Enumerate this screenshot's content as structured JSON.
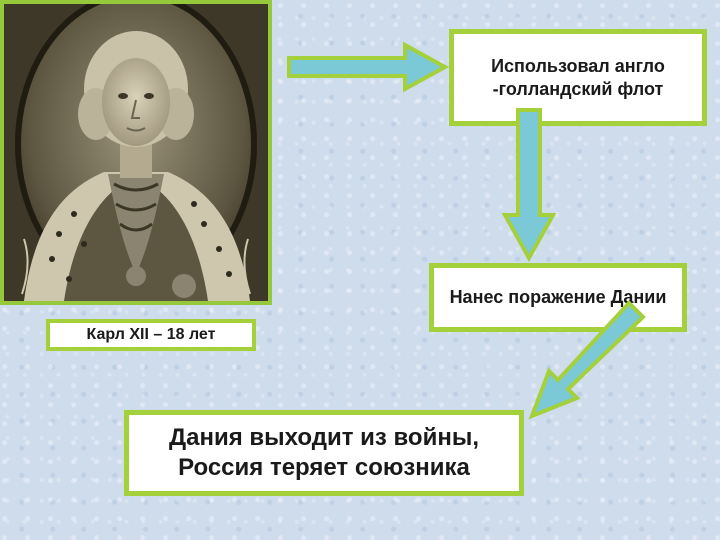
{
  "portrait": {
    "caption": "Карл XII – 18 лет"
  },
  "flow": {
    "step1": "Использовал англо -голландский флот",
    "step2": "Нанес поражение Дании",
    "step3": "Дания выходит из войны, Россия теряет союзника"
  },
  "colors": {
    "box_border": "#a4d03c",
    "arrow_fill": "#7bc8d6",
    "arrow_stroke": "#a4d03c"
  }
}
